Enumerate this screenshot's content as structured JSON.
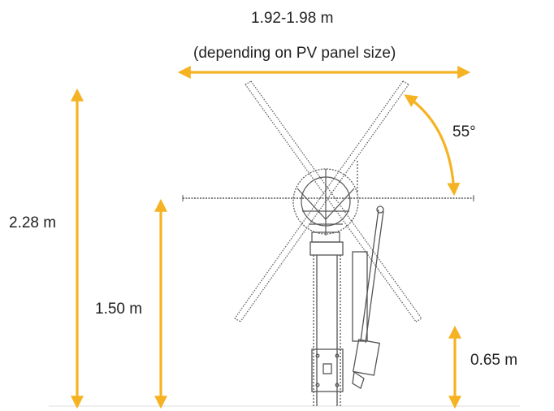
{
  "labels": {
    "width_range": "1.92-1.98 m",
    "width_note": "(depending on PV panel size)",
    "tilt_angle": "55°",
    "total_height": "2.28 m",
    "axis_height": "1.50 m",
    "min_clearance": "0.65 m"
  },
  "colors": {
    "arrow": "#F5B324",
    "drawing": "#555555",
    "text": "#222222"
  }
}
